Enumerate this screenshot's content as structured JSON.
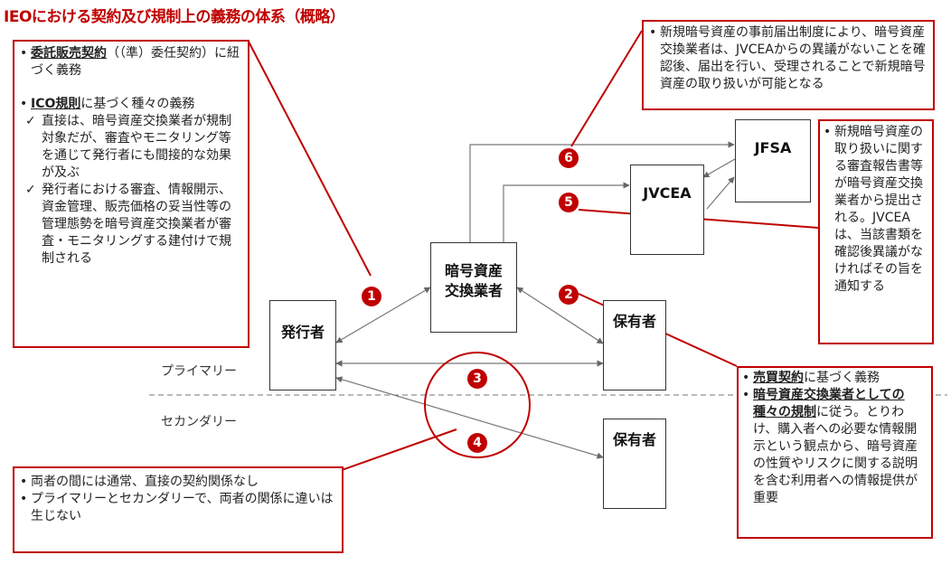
{
  "title": "IEOにおける契約及び規制上の義務の体系（概略）",
  "entities": {
    "issuer": "発行者",
    "exchange_line1": "暗号資産",
    "exchange_line2": "交換業者",
    "holder_primary": "保有者",
    "holder_secondary": "保有者",
    "jvcea": "JVCEA",
    "jfsa": "JFSA"
  },
  "markets": {
    "primary": "プライマリー",
    "secondary": "セカンダリー"
  },
  "badges": [
    "1",
    "2",
    "3",
    "4",
    "5",
    "6"
  ],
  "callouts": {
    "c1": {
      "item1_bold": "委託販売契約",
      "item1_rest": "（（準）委任契約）に紐づく義務",
      "item2_bold": "ICO規則",
      "item2_rest": "に基づく種々の義務",
      "check1": "直接は、暗号資産交換業者が規制対象だが、審査やモニタリング等を通じて発行者にも間接的な効果が及ぶ",
      "check2": "発行者における審査、情報開示、資金管理、販売価格の妥当性等の管理態勢を暗号資産交換業者が審査・モニタリングする建付けで規制される"
    },
    "c2": {
      "item1_bold": "売買契約",
      "item1_rest": "に基づく義務",
      "item2_bold": "暗号資産交換業者としての種々の規制",
      "item2_rest": "に従う。とりわけ、購入者への必要な情報開示という観点から、暗号資産の性質やリスクに関する説明を含む利用者への情報提供が重要"
    },
    "c34": {
      "item1": "両者の間には通常、直接の契約関係なし",
      "item2": "プライマリーとセカンダリーで、両者の関係に違いは生じない"
    },
    "c5": {
      "item1": "新規暗号資産の取り扱いに関する審査報告書等が暗号資産交換業者から提出される。JVCEAは、当該書類を確認後異議がなければその旨を通知する"
    },
    "c6": {
      "item1": "新規暗号資産の事前届出制度により、暗号資産交換業者は、JVCEAからの異議がないことを確認後、届出を行い、受理されることで新規暗号資産の取り扱いが可能となる"
    }
  },
  "colors": {
    "accent": "#c00000",
    "line": "#555555"
  }
}
